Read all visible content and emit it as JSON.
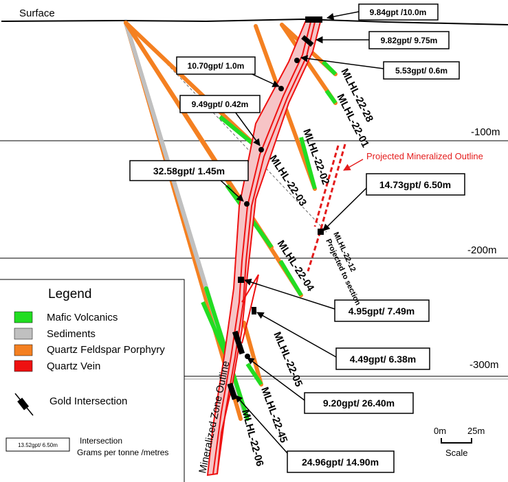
{
  "surface_label": "Surface",
  "depth_labels": [
    "-100m",
    "-200m",
    "-300m"
  ],
  "projected_outline_label": "Projected Mineralized Outline",
  "mineralized_zone_label": "Mineralized Zone Outline",
  "hole_labels": [
    "MLHL-22-28",
    "MLHL-22-01",
    "MLHL-22-02",
    "MLHL-22-03",
    "MLHL-22-04",
    "MLHL-22-05",
    "MLHL-22-45",
    "MLHL-22-06"
  ],
  "projected_hole": {
    "name": "MLHL-22-12",
    "note": "Projected to section"
  },
  "intersections": [
    "9.84gpt /10.0m",
    "9.82gpt/ 9.75m",
    "5.53gpt/ 0.6m",
    "10.70gpt/ 1.0m",
    "9.49gpt/ 0.42m",
    "32.58gpt/ 1.45m",
    "14.73gpt/ 6.50m",
    "4.95gpt/ 7.49m",
    "4.49gpt/ 6.38m",
    "9.20gpt/ 26.40m",
    "24.96gpt/ 14.90m"
  ],
  "legend": {
    "title": "Legend",
    "items": [
      {
        "label": "Mafic Volcanics",
        "color": "#22dd22"
      },
      {
        "label": "Sediments",
        "color": "#c0c0c0"
      },
      {
        "label": "Quartz Feldspar Porphyry",
        "color": "#f48021"
      },
      {
        "label": "Quartz Vein",
        "color": "#ee1111"
      }
    ],
    "gold_label": "Gold Intersection",
    "sample_box": "13.52gpt/ 6.50m",
    "intersection_caption_1": "Intersection",
    "intersection_caption_2": "Grams per tonne /metres"
  },
  "scale": {
    "left": "0m",
    "right": "25m",
    "label": "Scale"
  },
  "colors": {
    "vein": "#ee1111",
    "zone_fill": "#f6c4c6",
    "porphyry": "#f48021",
    "mafic": "#22dd22",
    "sediment": "#c0c0c0",
    "projected": "#e41b1b"
  }
}
